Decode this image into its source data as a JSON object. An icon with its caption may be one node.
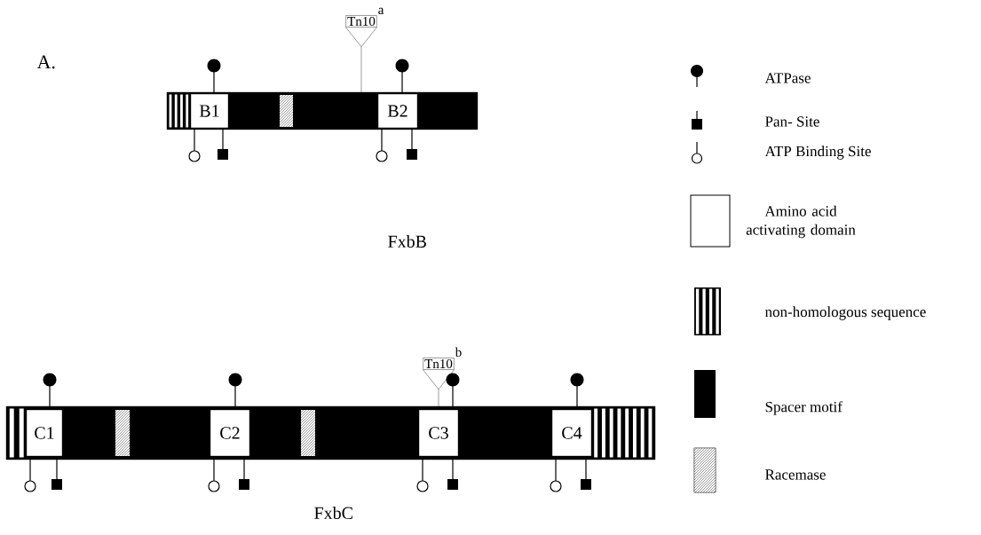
{
  "diagram": {
    "nodes": [
      {
        "text": [],
        "shape": "bar"
      },
      {
        "text": [
          "B1"
        ],
        "in": 0
      },
      {
        "text": [
          "B2"
        ],
        "in": 0
      },
      {
        "text": [
          "Tn10"
        ],
        "beside": [
          "a"
        ]
      },
      {
        "text": [],
        "shape": "bar"
      },
      {
        "text": [
          "C1"
        ],
        "in": 4
      },
      {
        "text": [
          "C2"
        ],
        "in": 4
      },
      {
        "text": [
          "C3"
        ],
        "in": 4
      },
      {
        "text": [
          "C4"
        ],
        "in": 4
      },
      {
        "text": [
          "Tn10"
        ],
        "beside": [
          "b"
        ]
      }
    ],
    "edges": [
      {
        "from": 3,
        "to": 0,
        "arrow": "none"
      },
      {
        "from": 9,
        "to": 4,
        "arrow": "none"
      }
    ],
    "labels": [
      "A.",
      "FxbB",
      "FxbC"
    ],
    "legend": [
      {
        "text": "ATPase"
      },
      {
        "text": "Pan- Site"
      },
      {
        "text": "ATP Binding Site"
      },
      {
        "text": "Amino acid activating domain"
      },
      {
        "text": "non-homologous sequence"
      },
      {
        "text": "Spacer motif",
        "color": "#000000"
      },
      {
        "text": "Racemase"
      }
    ]
  }
}
